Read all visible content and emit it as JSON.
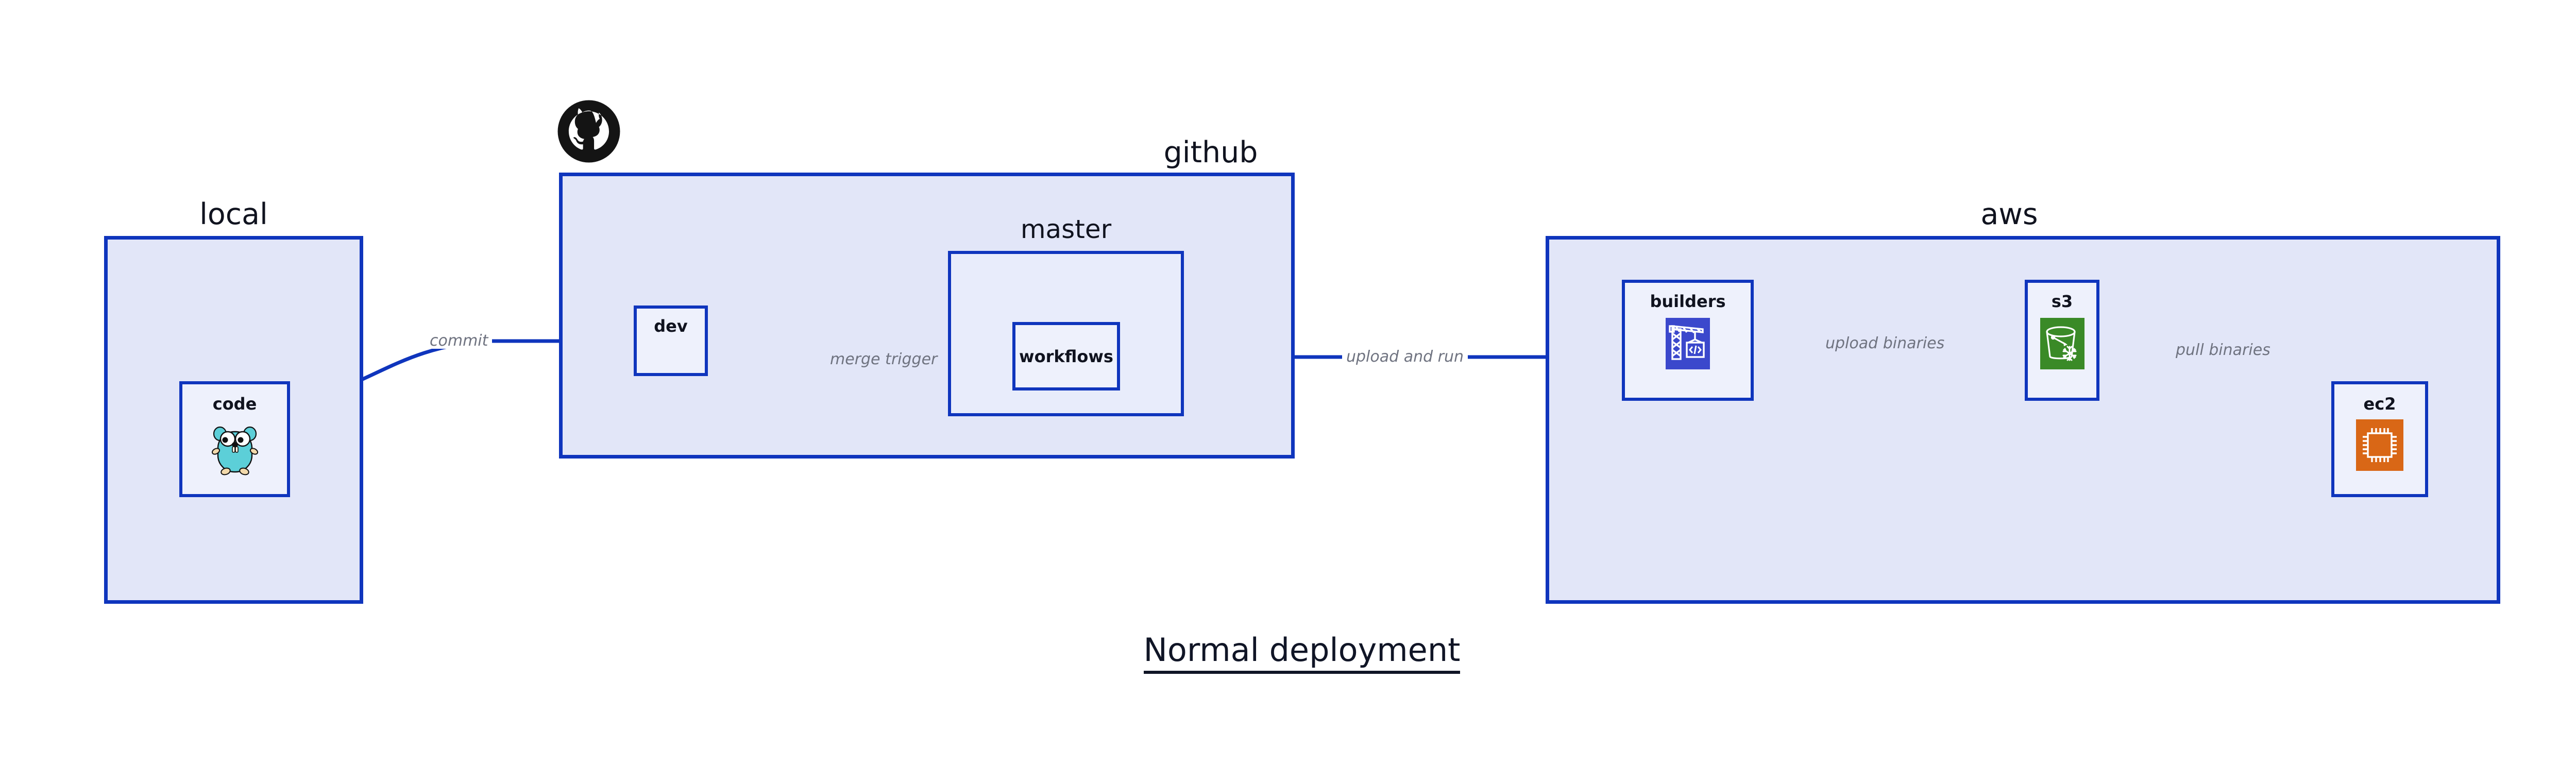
{
  "diagram": {
    "title": "Normal deployment",
    "accent_border": "#0f35bd",
    "group_fill": "#e2e6f8",
    "node_fill": "#eef1fc",
    "label_color": "#6f7380",
    "text_color": "#10131f"
  },
  "groups": [
    {
      "id": "local",
      "label": "local"
    },
    {
      "id": "github",
      "label": "github"
    },
    {
      "id": "aws",
      "label": "aws"
    }
  ],
  "subgroups": [
    {
      "id": "master",
      "label": "master",
      "parent": "github"
    }
  ],
  "nodes": [
    {
      "id": "code",
      "label": "code",
      "icon": "go-gopher-icon",
      "group": "local"
    },
    {
      "id": "dev",
      "label": "dev",
      "icon": "none",
      "group": "github"
    },
    {
      "id": "workflows",
      "label": "workflows",
      "icon": "none",
      "group": "master"
    },
    {
      "id": "builders",
      "label": "builders",
      "icon": "aws-codebuild-icon",
      "group": "aws"
    },
    {
      "id": "s3",
      "label": "s3",
      "icon": "aws-s3-glacier-icon",
      "group": "aws"
    },
    {
      "id": "ec2",
      "label": "ec2",
      "icon": "aws-ec2-icon",
      "group": "aws"
    }
  ],
  "edges": [
    {
      "id": "code-to-dev",
      "from": "code",
      "to": "dev",
      "label": "commit"
    },
    {
      "id": "dev-to-workflows",
      "from": "dev",
      "to": "workflows",
      "label": "merge trigger"
    },
    {
      "id": "workflows-to-builders",
      "from": "workflows",
      "to": "builders",
      "label": "upload and run"
    },
    {
      "id": "builders-to-s3",
      "from": "builders",
      "to": "s3",
      "label": "upload binaries"
    },
    {
      "id": "s3-to-ec2",
      "from": "s3",
      "to": "ec2",
      "label": "pull binaries"
    }
  ],
  "logos": [
    {
      "id": "github-logo",
      "icon": "github-octocat-icon"
    }
  ],
  "icon_colors": {
    "codebuild_bg": "#3b48cc",
    "s3_glacier_bg": "#3a8a27",
    "ec2_bg": "#d96716",
    "gopher_body": "#5ccfd8",
    "github_black": "#141414"
  }
}
